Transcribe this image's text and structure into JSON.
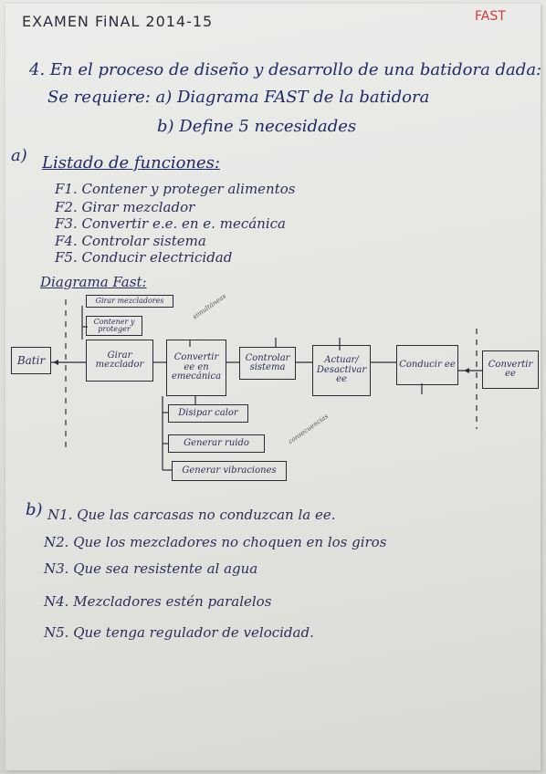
{
  "header": {
    "title": "EXAMEN FiNAL 2014-15",
    "tag": "FAST"
  },
  "question": {
    "line1": "4. En el proceso de diseño y desarrollo de una batidora dada:",
    "line2": "Se requiere:   a) Diagrama FAST de la batidora",
    "line3": "b) Define 5 necesidades"
  },
  "part_a": {
    "label": "a)",
    "heading": "Listado de funciones:",
    "functions": [
      "F1. Contener y proteger alimentos",
      "F2. Girar mezclador",
      "F3. Convertir e.e. en e. mecánica",
      "F4. Controlar sistema",
      "F5. Conducir electricidad"
    ],
    "diagram_title": "Diagrama Fast:",
    "diagram": {
      "main": {
        "batir": "Batir",
        "girar": "Girar mezclador",
        "convertir": "Convertir ee en emecánica",
        "controlar": "Controlar sistema",
        "actuar": "Actuar/ Desactivar ee",
        "conducir": "Conducir ee",
        "convertir_ee": "Convertir ee"
      },
      "above": {
        "girar_mezcladores": "Girar mezcladores",
        "contener": "Contener y proteger"
      },
      "below": {
        "disipar": "Disipar calor",
        "ruido": "Generar ruido",
        "vibraciones": "Generar vibraciones"
      },
      "side_notes": {
        "simultaneas": "simultáneas",
        "consecuencias": "consecuencias"
      }
    }
  },
  "part_b": {
    "label": "b)",
    "needs": [
      "N1. Que las carcasas no conduzcan la ee.",
      "N2. Que los mezcladores no choquen en los giros",
      "N3. Que sea resistente al agua",
      "N4. Mezcladores estén paralelos",
      "N5. Que tenga regulador de velocidad."
    ]
  }
}
